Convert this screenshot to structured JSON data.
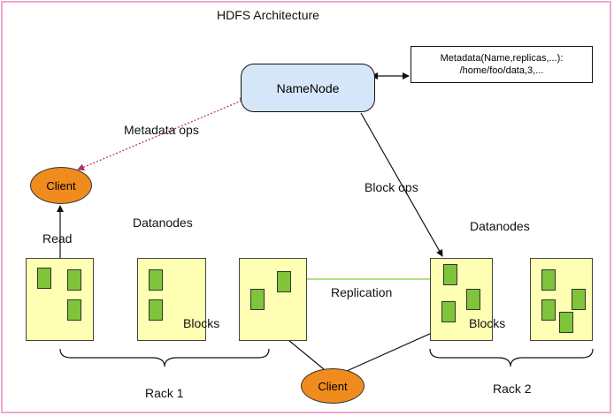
{
  "title": "HDFS Architecture",
  "namenode": {
    "label": "NameNode"
  },
  "metadata": {
    "line1": "Metadata(Name,replicas,...):",
    "line2": "/home/foo/data,3,..."
  },
  "clients": {
    "left": "Client",
    "bottom": "Client"
  },
  "labels": {
    "metadata_ops": "Metadata ops",
    "block_ops": "Block ops",
    "read": "Read",
    "datanodes_left": "Datanodes",
    "datanodes_right": "Datanodes",
    "replication": "Replication",
    "blocks_left": "Blocks",
    "blocks_right": "Blocks",
    "rack1": "Rack 1",
    "rack2": "Rack 2"
  },
  "colors": {
    "frame": "#f2a6cf",
    "namenode_fill": "#d4e6f8",
    "client_fill": "#f08c1e",
    "datanode_fill": "#ffffb3",
    "block_fill": "#7fc43a",
    "metadata_ops_arrow": "#b03060",
    "replication_arrow": "#9fd35a"
  }
}
